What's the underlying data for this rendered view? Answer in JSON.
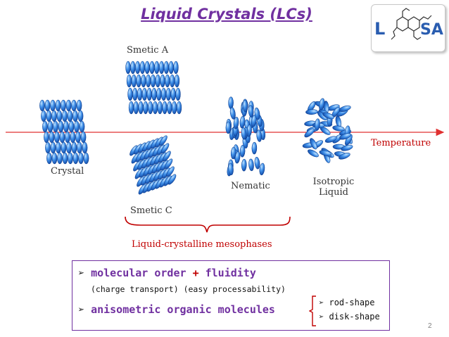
{
  "title": "Liquid Crystals (LCs)",
  "logo": {
    "text_left": "L",
    "text_right": "SA"
  },
  "phases": {
    "crystal": "Crystal",
    "smectic_a": "Smetic A",
    "smectic_c": "Smetic C",
    "nematic": "Nematic",
    "isotropic_line1": "Isotropic",
    "isotropic_line2": "Liquid"
  },
  "temperature_label": "Temperature",
  "mesophases_label": "Liquid-crystalline mesophases",
  "info": {
    "line1_a": "molecular order",
    "line1_plus": "+",
    "line1_b": "fluidity",
    "line2_a": "(charge transport)",
    "line2_b": "(easy processability)",
    "line3": "anisometric organic molecules",
    "shapes": [
      "rod-shape",
      "disk-shape"
    ]
  },
  "page_number": "2",
  "colors": {
    "title": "#7030a0",
    "arrow": "#e03030",
    "red_text": "#c00000",
    "molecule": "#2f7fe0",
    "box_border": "#7030a0"
  }
}
